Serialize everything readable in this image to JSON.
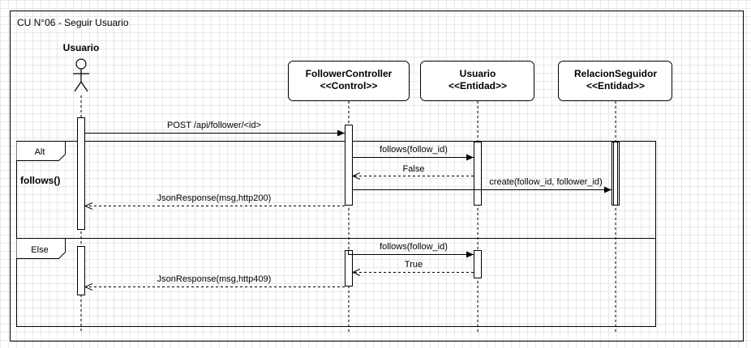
{
  "frame": {
    "title": "CU N°06 - Seguir Usuario"
  },
  "actor": {
    "name": "Usuario"
  },
  "participants": [
    {
      "id": "follower-controller",
      "name": "FollowerController",
      "stereotype": "<<Control>>"
    },
    {
      "id": "usuario-entidad",
      "name": "Usuario",
      "stereotype": "<<Entidad>>"
    },
    {
      "id": "relacion-seguidor",
      "name": "RelacionSeguidor",
      "stereotype": "<<Entidad>>"
    }
  ],
  "messages": {
    "post": "POST /api/follower/<id>",
    "alt_follows": "follows(follow_id)",
    "alt_false": "False",
    "alt_create": "create(follow_id, follower_id)",
    "alt_response": "JsonResponse(msg,http200)",
    "else_follows": "follows(follow_id)",
    "else_true": "True",
    "else_response": "JsonResponse(msg,http409)"
  },
  "fragment": {
    "alt_label": "Alt",
    "guard": "follows()",
    "else_label": "Else"
  }
}
